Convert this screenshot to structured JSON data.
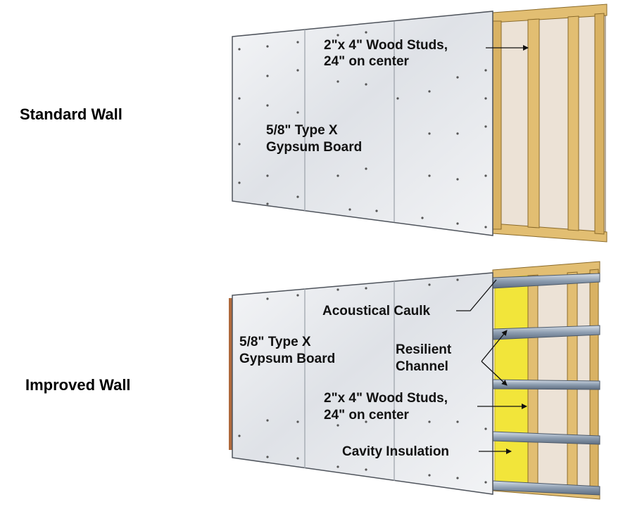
{
  "standard_wall": {
    "title": "Standard Wall",
    "studs_label_line1": "2\"x 4\" Wood Studs,",
    "studs_label_line2": "24\" on center",
    "board_label_line1": "5/8\" Type X",
    "board_label_line2": "Gypsum Board"
  },
  "improved_wall": {
    "title": "Improved Wall",
    "caulk_label": "Acoustical Caulk",
    "board_label_line1": "5/8\" Type X",
    "board_label_line2": "Gypsum Board",
    "channel_label_line1": "Resilient",
    "channel_label_line2": "Channel",
    "studs_label_line1": "2\"x 4\" Wood Studs,",
    "studs_label_line2": "24\" on center",
    "insulation_label": "Cavity Insulation"
  },
  "colors": {
    "gypsum": "#e6e9ee",
    "gypsum_edge": "#5a5f68",
    "wood": "#e2be72",
    "wood_dark": "#b8923f",
    "wall_back": "#ece2d6",
    "insulation": "#f2e53a",
    "channel": "#a9b7c6"
  }
}
